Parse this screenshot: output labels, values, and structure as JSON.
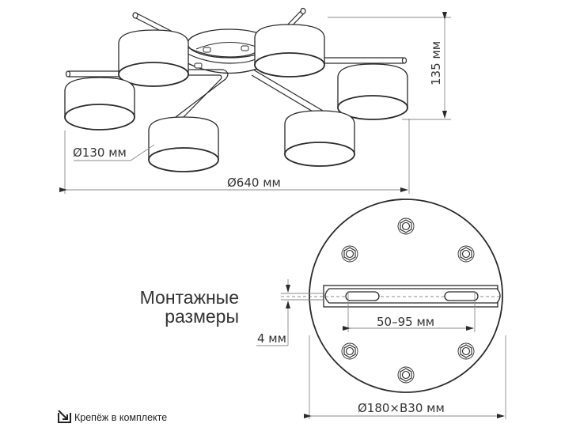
{
  "diagram": {
    "title": "Chandelier technical dimensions drawing",
    "colors": {
      "line": "#2a2a2a",
      "dimension_line": "#8a8a8a",
      "text": "#333333",
      "background": "#ffffff"
    },
    "fixture_view": {
      "shade_count": 6,
      "dimensions": {
        "shade_diameter": "Ø130 мм",
        "total_diameter": "Ø640 мм",
        "height": "135 мм"
      }
    },
    "mounting_view": {
      "heading_line1": "Монтажные",
      "heading_line2": "размеры",
      "nut_count": 6,
      "dimensions": {
        "bracket_thickness": "4 мм",
        "slot_spacing": "50–95 мм",
        "base_size": "Ø180×В30 мм"
      }
    },
    "footer": {
      "note_icon": "arrow-in-box-icon",
      "note": "Крепёж в комплекте"
    }
  }
}
